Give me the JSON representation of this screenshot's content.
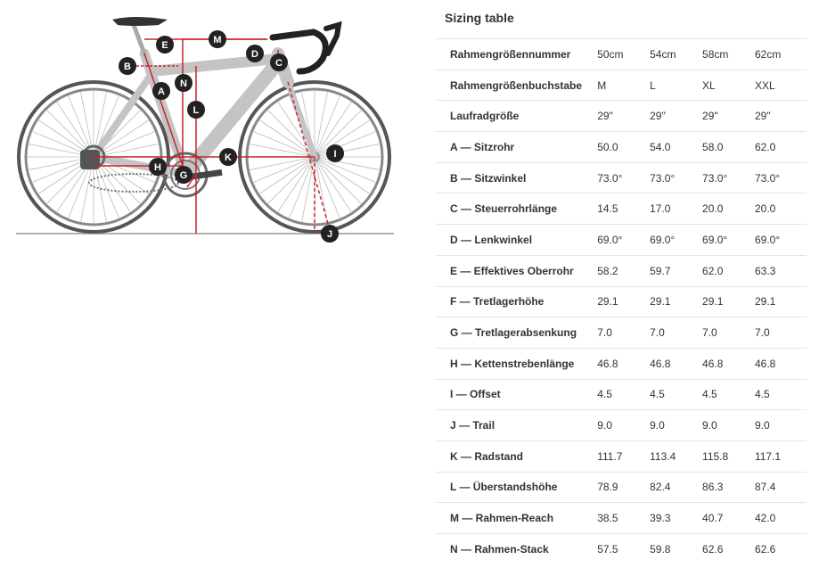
{
  "title": "Sizing table",
  "size_columns": [
    "50cm",
    "54cm",
    "58cm",
    "62cm"
  ],
  "rows": [
    {
      "label": "Rahmengrößennummer",
      "values": [
        "50cm",
        "54cm",
        "58cm",
        "62cm"
      ]
    },
    {
      "label": "Rahmengrößenbuchstabe",
      "values": [
        "M",
        "L",
        "XL",
        "XXL"
      ]
    },
    {
      "label": "Laufradgröße",
      "values": [
        "29\"",
        "29\"",
        "29\"",
        "29\""
      ]
    },
    {
      "label": "A — Sitzrohr",
      "values": [
        "50.0",
        "54.0",
        "58.0",
        "62.0"
      ]
    },
    {
      "label": "B — Sitzwinkel",
      "values": [
        "73.0°",
        "73.0°",
        "73.0°",
        "73.0°"
      ]
    },
    {
      "label": "C — Steuerrohrlänge",
      "values": [
        "14.5",
        "17.0",
        "20.0",
        "20.0"
      ]
    },
    {
      "label": "D — Lenkwinkel",
      "values": [
        "69.0°",
        "69.0°",
        "69.0°",
        "69.0°"
      ]
    },
    {
      "label": "E — Effektives Oberrohr",
      "values": [
        "58.2",
        "59.7",
        "62.0",
        "63.3"
      ]
    },
    {
      "label": "F — Tretlagerhöhe",
      "values": [
        "29.1",
        "29.1",
        "29.1",
        "29.1"
      ]
    },
    {
      "label": "G — Tretlagerabsenkung",
      "values": [
        "7.0",
        "7.0",
        "7.0",
        "7.0"
      ]
    },
    {
      "label": "H — Kettenstrebenlänge",
      "values": [
        "46.8",
        "46.8",
        "46.8",
        "46.8"
      ]
    },
    {
      "label": "I — Offset",
      "values": [
        "4.5",
        "4.5",
        "4.5",
        "4.5"
      ]
    },
    {
      "label": "J — Trail",
      "values": [
        "9.0",
        "9.0",
        "9.0",
        "9.0"
      ]
    },
    {
      "label": "K — Radstand",
      "values": [
        "111.7",
        "113.4",
        "115.8",
        "117.1"
      ]
    },
    {
      "label": "L — Überstandshöhe",
      "values": [
        "78.9",
        "82.4",
        "86.3",
        "87.4"
      ]
    },
    {
      "label": "M — Rahmen-Reach",
      "values": [
        "38.5",
        "39.3",
        "40.7",
        "42.0"
      ]
    },
    {
      "label": "N — Rahmen-Stack",
      "values": [
        "57.5",
        "59.8",
        "62.6",
        "62.6"
      ]
    }
  ],
  "diagram": {
    "markers": [
      "A",
      "B",
      "C",
      "D",
      "E",
      "G",
      "H",
      "I",
      "J",
      "K",
      "L",
      "M",
      "N"
    ],
    "measure_color": "#c9252c",
    "frame_color": "#c4c4c4",
    "marker_color": "#222222"
  }
}
